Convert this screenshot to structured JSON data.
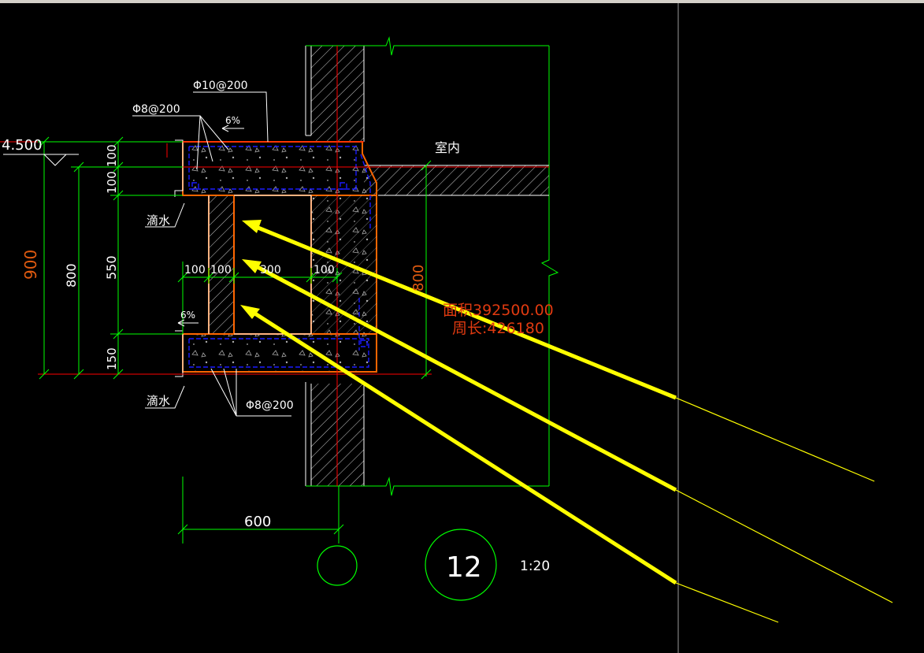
{
  "labels": {
    "rebar_top": "Φ10@200",
    "rebar_upper": "Φ8@200",
    "rebar_lower": "Φ8@200",
    "slope_top": "6%",
    "slope_mid": "6%",
    "elevation": "4.500",
    "indoor": "室内",
    "drip_upper": "滴水",
    "drip_lower": "滴水",
    "area": "面积392500.00",
    "perimeter": "周长:426180",
    "scale": "1:20",
    "detail_no": "12"
  },
  "dimensions": {
    "d900": "900",
    "d800_left": "800",
    "d100a": "100",
    "d100b": "100",
    "d550": "550",
    "d150": "150",
    "h100a": "100",
    "h100b": "100",
    "h300": "300",
    "h100c": "100",
    "d800_right": "800",
    "d600": "600"
  },
  "colors": {
    "background": "#000000",
    "dim_green": "#00ff00",
    "outline_white": "#ffffff",
    "section_orange": "#ff6600",
    "axis_red": "#ff0000",
    "rebar_blue": "#1a1aff",
    "arrow_yellow": "#ffff00",
    "measure_red": "#e03a10"
  }
}
